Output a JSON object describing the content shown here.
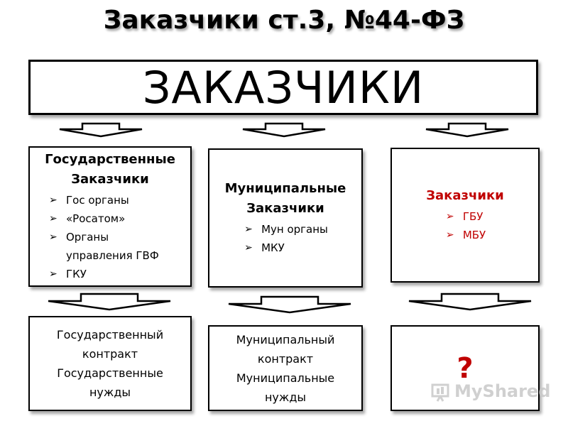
{
  "title": "Заказчики ст.3, №44-ФЗ",
  "banner": "ЗАКАЗЧИКИ",
  "columns": [
    {
      "heading": [
        "Государственные",
        "Заказчики"
      ],
      "items": [
        "Гос органы",
        "«Росатом»",
        "Органы управления ГВФ",
        "ГКУ"
      ],
      "bottom": [
        "Государственный",
        "контракт",
        "Государственные",
        "нужды"
      ]
    },
    {
      "heading": [
        "Муниципальные",
        "Заказчики"
      ],
      "items": [
        "Мун органы",
        "МКУ"
      ],
      "bottom": [
        "Муниципальный",
        "контракт",
        "Муниципальные",
        "нужды"
      ]
    },
    {
      "heading": [
        "Заказчики"
      ],
      "items": [
        "ГБУ",
        "МБУ"
      ],
      "bottom_symbol": "?"
    }
  ],
  "watermark": "MyShared",
  "bullet_glyph": "➢",
  "colors": {
    "accent_red": "#c00000",
    "border": "#000000"
  }
}
